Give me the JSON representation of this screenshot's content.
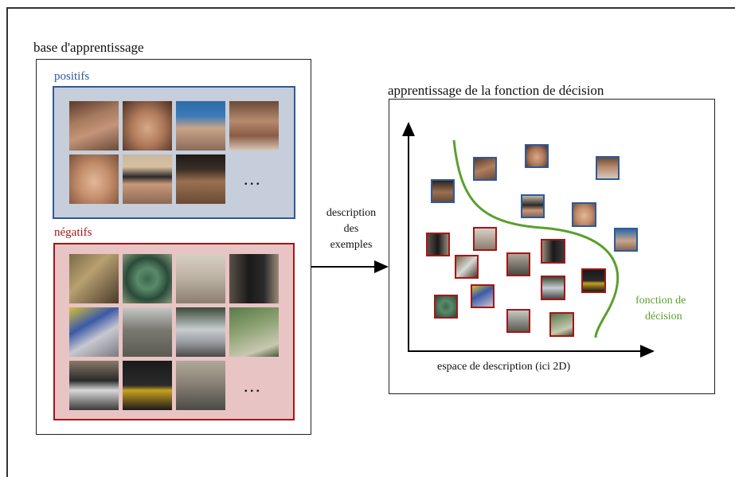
{
  "training_base": {
    "title": "base d'apprentissage",
    "positives_label": "positifs",
    "negatives_label": "négatifs",
    "more_marker": "..."
  },
  "arrow_label": {
    "line1": "description",
    "line2": "des",
    "line3": "exemples"
  },
  "decision_panel": {
    "title": "apprentissage de la fonction de décision",
    "axis_label": "espace de description (ici 2D)",
    "curve_label_line1": "fonction de",
    "curve_label_line2": "décision"
  },
  "colors": {
    "positive": "#2e5a9a",
    "positive_panel_bg": "#c5ceda",
    "negative": "#a01818",
    "negative_panel_bg": "#e8c4c4",
    "decision_curve": "#5aa02c"
  }
}
